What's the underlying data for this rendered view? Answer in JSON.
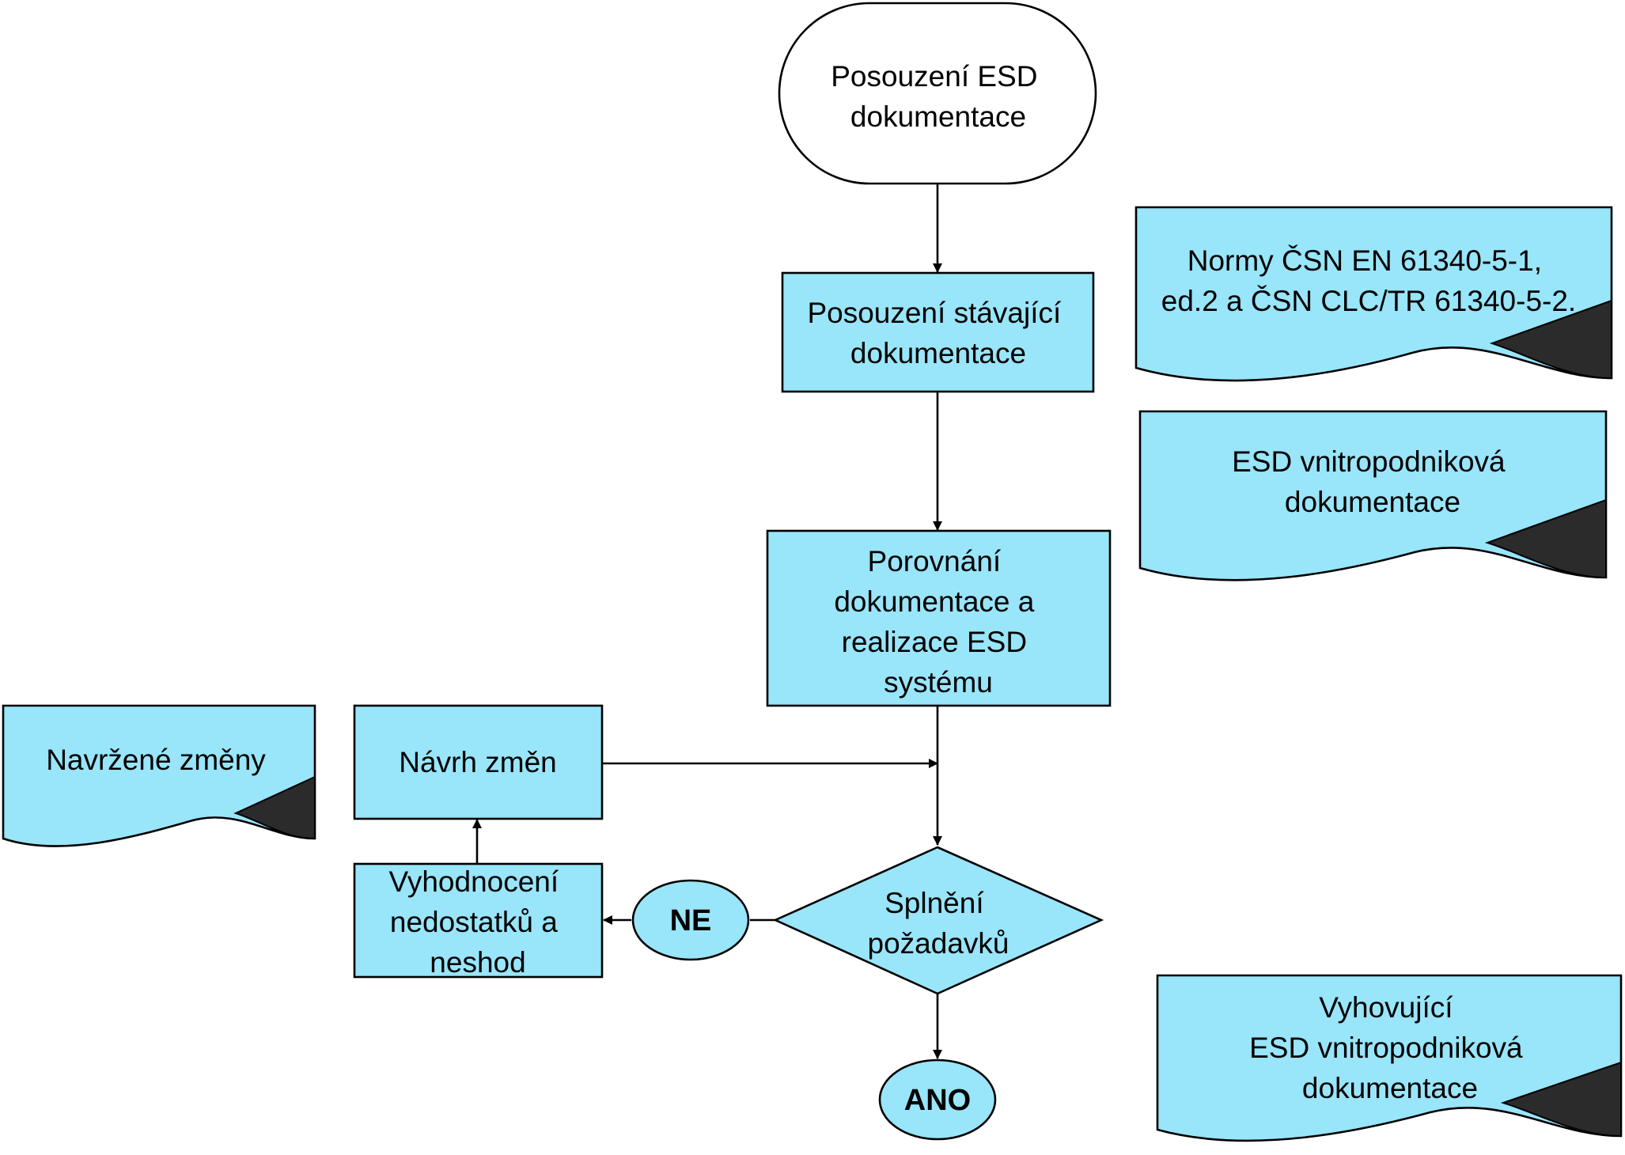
{
  "colors": {
    "node_fill": "#99e5fa",
    "start_fill": "#ffffff",
    "line": "#000000",
    "corner_fold": "#2b2b2b"
  },
  "nodes": {
    "start": {
      "lines": [
        "Posouzení ESD",
        "dokumentace"
      ]
    },
    "assess_existing": {
      "lines": [
        "Posouzení stávající",
        "dokumentace"
      ]
    },
    "compare": {
      "lines": [
        "Porovnání",
        "dokumentace  a",
        "realizace ESD",
        "systému"
      ]
    },
    "decision": {
      "lines": [
        "Splnění",
        "požadavků"
      ]
    },
    "no": {
      "label": "NE"
    },
    "yes": {
      "label": "ANO"
    },
    "evaluation": {
      "lines": [
        "Vyhodnocení",
        "nedostatků a",
        "neshod"
      ]
    },
    "proposal": {
      "lines": [
        "Návrh změn"
      ]
    }
  },
  "documents": {
    "standards": {
      "lines": [
        "Normy ČSN EN 61340-5-1,",
        "ed.2 a ČSN CLC/TR 61340-5-2."
      ]
    },
    "internal": {
      "lines": [
        "ESD vnitropodniková",
        "dokumentace"
      ]
    },
    "proposed_changes": {
      "lines": [
        "Navržené změny"
      ]
    },
    "compliant": {
      "lines": [
        "Vyhovující",
        "ESD vnitropodniková",
        "dokumentace"
      ]
    }
  }
}
